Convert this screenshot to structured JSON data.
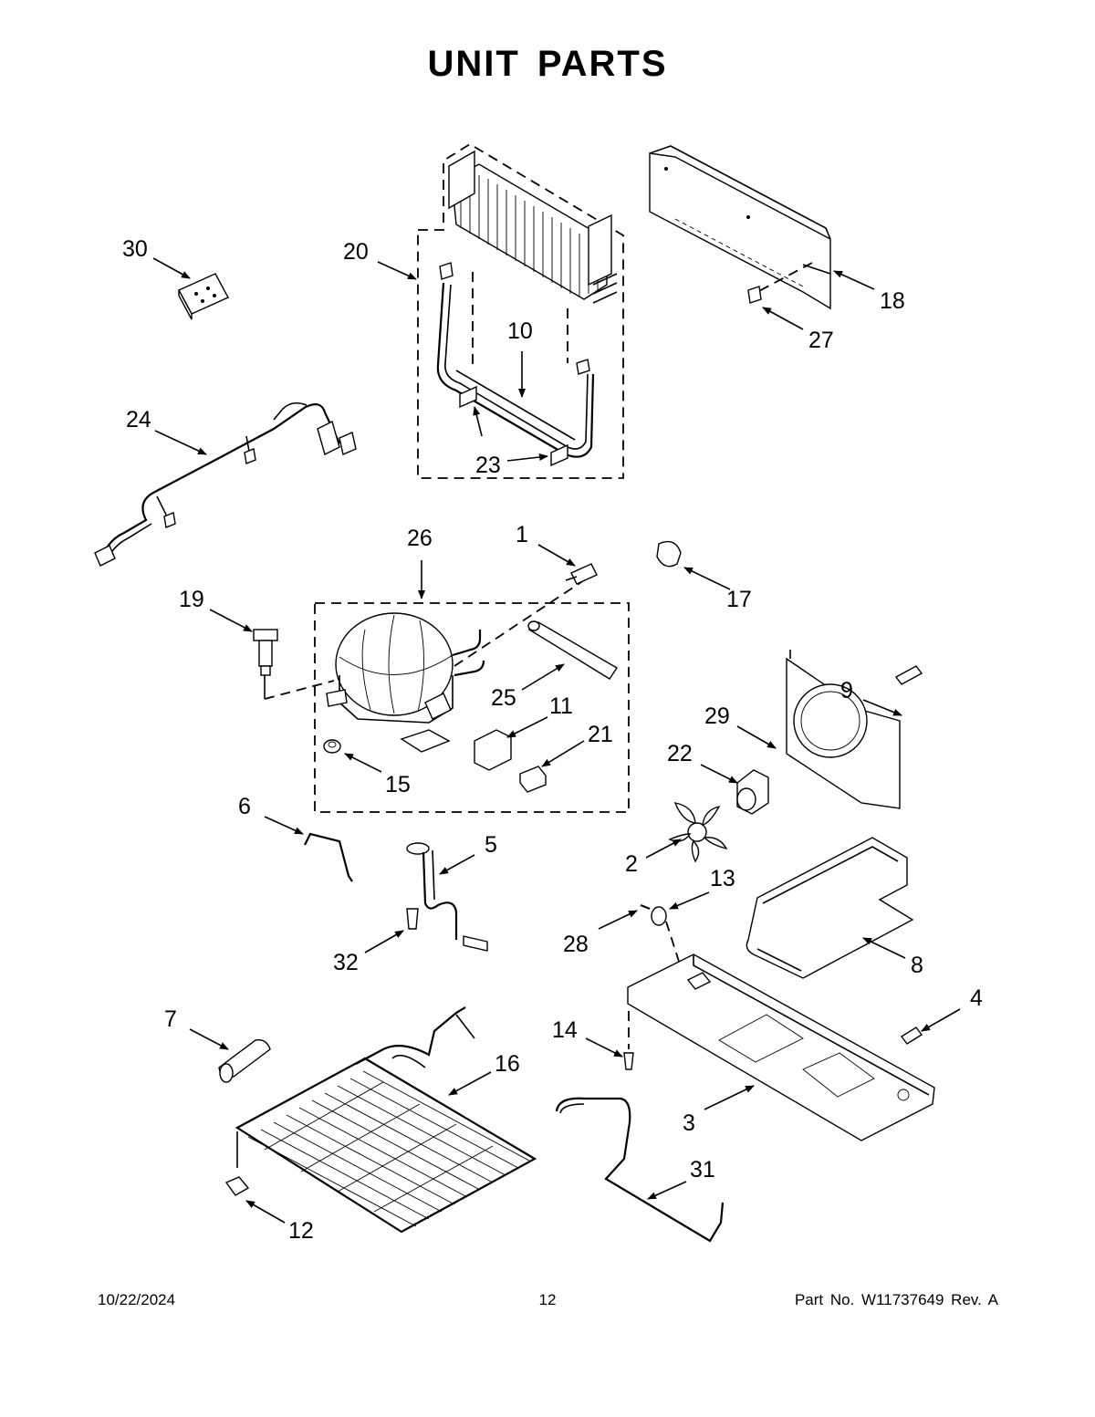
{
  "title": "UNIT PARTS",
  "callouts": {
    "c1": "1",
    "c2": "2",
    "c3": "3",
    "c4": "4",
    "c5": "5",
    "c6": "6",
    "c7": "7",
    "c8": "8",
    "c9": "9",
    "c10": "10",
    "c11": "11",
    "c12": "12",
    "c13": "13",
    "c14": "14",
    "c15": "15",
    "c16": "16",
    "c17": "17",
    "c18": "18",
    "c19": "19",
    "c20": "20",
    "c21": "21",
    "c22": "22",
    "c23": "23",
    "c24": "24",
    "c25": "25",
    "c26": "26",
    "c27": "27",
    "c28": "28",
    "c29": "29",
    "c30": "30",
    "c31": "31",
    "c32": "32"
  },
  "footer": {
    "date": "10/22/2024",
    "page": "12",
    "part_no": "Part No.  W11737649  Rev.  A"
  },
  "colors": {
    "ink": "#000000",
    "paper": "#ffffff"
  }
}
